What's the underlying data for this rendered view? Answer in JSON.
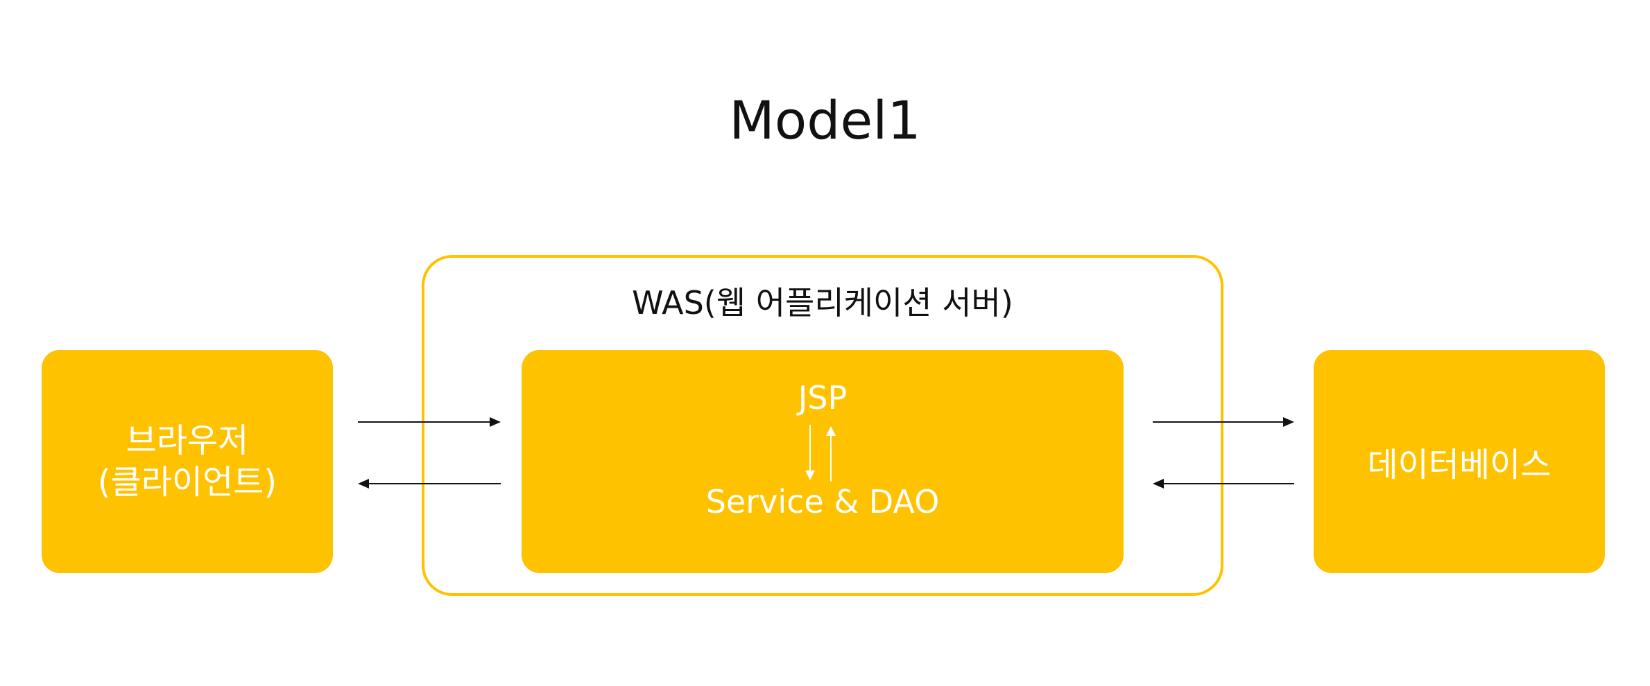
{
  "diagram": {
    "title": "Model1",
    "was_label": "WAS(웹 어플리케이션 서버)",
    "browser": {
      "line1": "브라우저",
      "line2": "(클라이언트)"
    },
    "app": {
      "top_label": "JSP",
      "bottom_label": "Service & DAO"
    },
    "database": {
      "label": "데이터베이스"
    }
  },
  "colors": {
    "accent": "#FFC200",
    "text_dark": "#111111",
    "text_on_accent": "#FFFFFF"
  }
}
